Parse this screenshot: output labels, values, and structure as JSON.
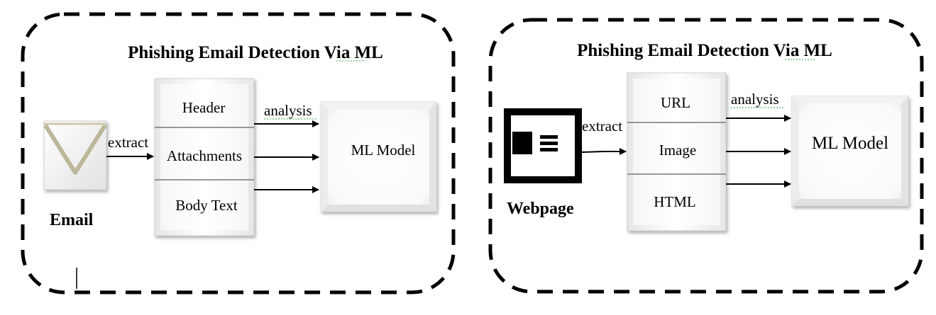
{
  "panels": [
    {
      "title": "Phishing Email Detection Via ML",
      "source_label": "Email",
      "extract_label": "extract",
      "analysis_label": "analysis",
      "features": [
        "Header",
        "Attachments",
        "Body Text"
      ],
      "model_label": "ML Model"
    },
    {
      "title": "Phishing Email Detection Via ML",
      "source_label": "Webpage",
      "extract_label": "extract",
      "analysis_label": "analysis",
      "features": [
        "URL",
        "Image",
        "HTML"
      ],
      "model_label": "ML Model"
    }
  ]
}
